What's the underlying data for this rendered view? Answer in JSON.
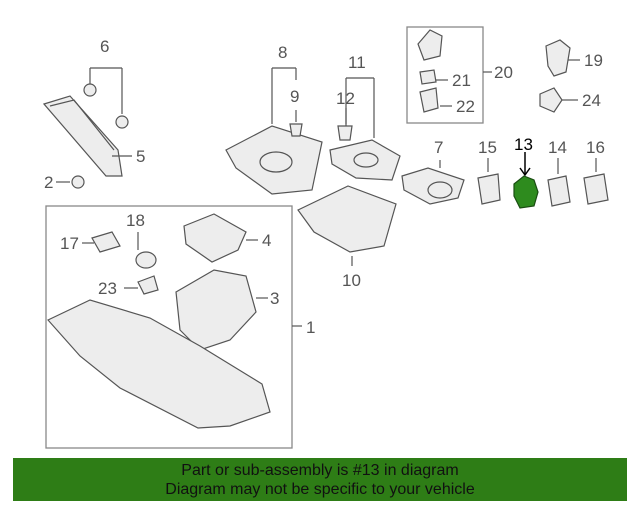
{
  "diagram": {
    "callouts": {
      "c1": "1",
      "c2": "2",
      "c3": "3",
      "c4": "4",
      "c5": "5",
      "c6": "6",
      "c7": "7",
      "c8": "8",
      "c9": "9",
      "c10": "10",
      "c11": "11",
      "c12": "12",
      "c13": "13",
      "c14": "14",
      "c15": "15",
      "c16": "16",
      "c17": "17",
      "c18": "18",
      "c19": "19",
      "c20": "20",
      "c21": "21",
      "c22": "22",
      "c23": "23",
      "c24": "24"
    },
    "highlighted_part": "13",
    "highlight_color": "#2e8b1e"
  },
  "banner": {
    "line1": "Part or sub-assembly is #13 in diagram",
    "line2": "Diagram may not be specific to your vehicle",
    "background": "#2e7d16"
  }
}
